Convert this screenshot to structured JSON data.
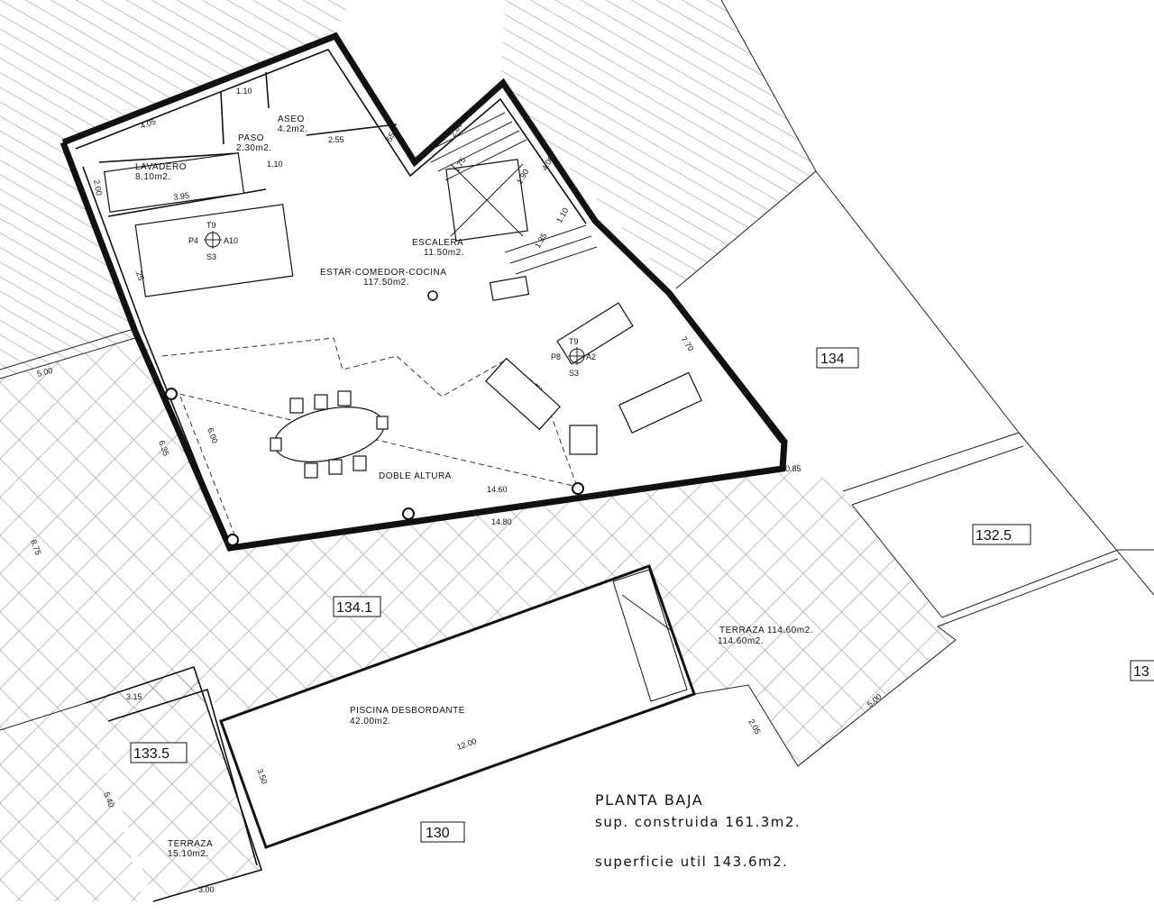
{
  "rooms": {
    "lavadero": {
      "name": "LAVADERO",
      "area": "8.10m2."
    },
    "paso": {
      "name": "PASO",
      "area": "2.30m2."
    },
    "aseo": {
      "name": "ASEO",
      "area": "4.2m2."
    },
    "escalera": {
      "name": "ESCALERA",
      "area": "11.50m2."
    },
    "estar": {
      "name": "ESTAR-COMEDOR-COCINA",
      "area": "117.50m2."
    },
    "doble_altura": {
      "name": "DOBLE ALTURA"
    },
    "piscina": {
      "name": "PISCINA DESBORDANTE",
      "area": "42.00m2."
    },
    "terraza_main": {
      "name": "TERRAZA 114.60m2.",
      "area": "114.60m2."
    },
    "terraza_small": {
      "name": "TERRAZA",
      "area": "15.10m2."
    }
  },
  "lots": [
    "134",
    "132.5",
    "134.1",
    "133.5",
    "130",
    "13"
  ],
  "symbols": {
    "left": {
      "top": "T9",
      "left": "P4",
      "right": "A10",
      "bottom": "S3"
    },
    "right": {
      "top": "T9",
      "left": "P8",
      "right": "A2",
      "bottom": "S3"
    }
  },
  "dimensions": {
    "d405": "4.05",
    "d110a": "1.10",
    "d255": "2.55",
    "d110b": "1.10",
    "d200": "2.00",
    "d395": "3.95",
    "d55": ".55",
    "d280": "2.80",
    "d175": "1.75",
    "d400": "4.00",
    "d190": "1.90",
    "d110c": "1.10",
    "d135": "1.35",
    "d25": ".25",
    "d770": "7.70",
    "d500a": "5.00",
    "d635": "6.35",
    "d600": "6.00",
    "d1460": "14.60",
    "d1480": "14.80",
    "d085": "0.85",
    "d875": "8.75",
    "d315": "3.15",
    "d540": "5.40",
    "d300": "3.00",
    "d1200": "12.00",
    "d350": "3.50",
    "d205": "2.05",
    "d500b": "5.00"
  },
  "summary": {
    "title": "PLANTA BAJA",
    "built": "sup. construida 161.3m2.",
    "useful": "superficie util 143.6m2."
  }
}
